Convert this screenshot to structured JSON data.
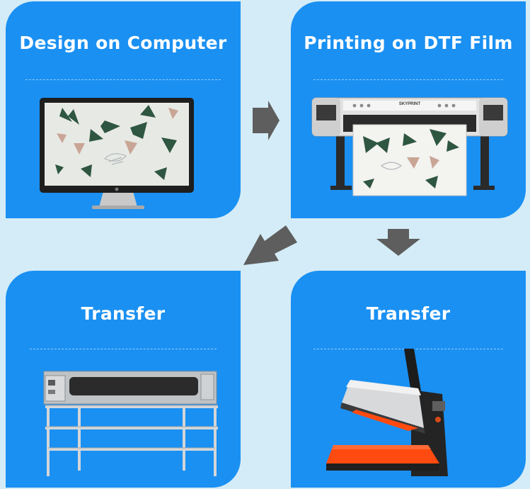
{
  "steps": [
    {
      "title": "Design on Computer"
    },
    {
      "title": "Printing on DTF Film"
    },
    {
      "title": "Transfer"
    },
    {
      "title": "Transfer"
    }
  ],
  "printer": {
    "brand": "SKYPRINT"
  },
  "colors": {
    "background": "#d4ecf7",
    "card": "#1a90f2",
    "arrow": "#5e5e5e",
    "heat_plate": "#ff4a10"
  }
}
